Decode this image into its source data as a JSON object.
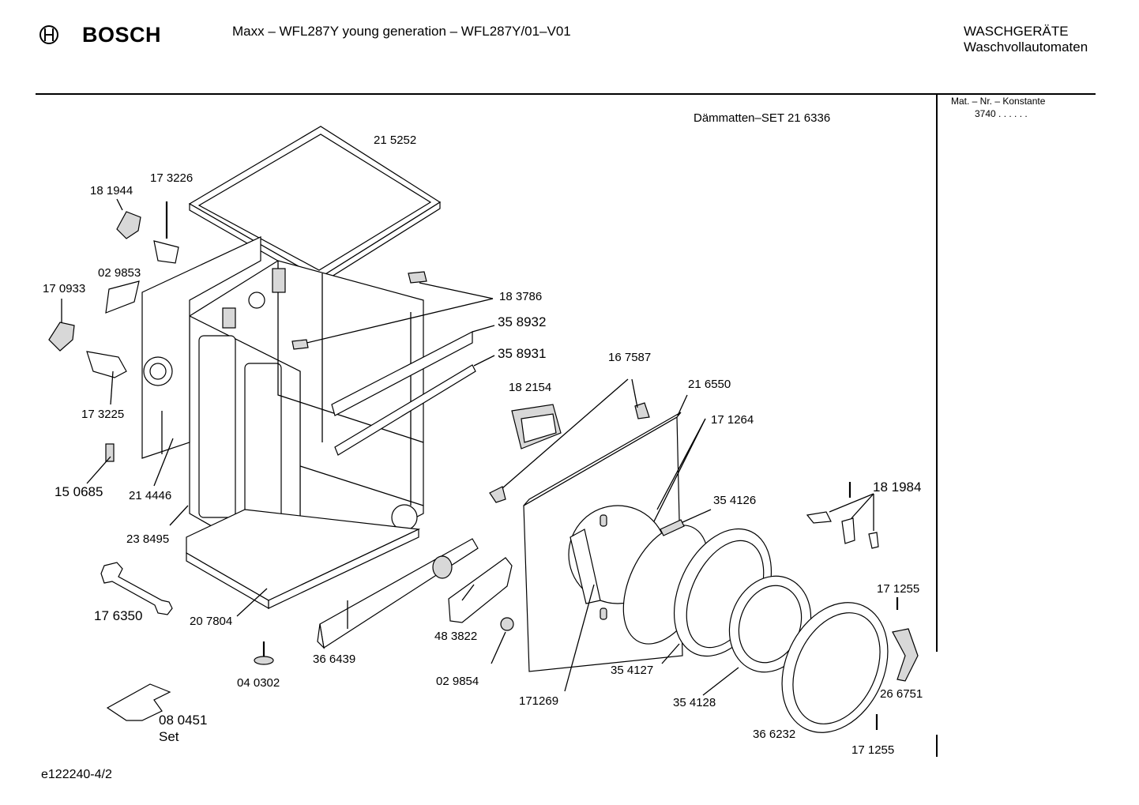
{
  "header": {
    "brand": "BOSCH",
    "title": "Maxx – WFL287Y young generation – WFL287Y/01–V01",
    "category_line1": "WASCHGERÄTE",
    "category_line2": "Waschvollautomaten"
  },
  "side_info": {
    "line1": "Mat. – Nr. – Konstante",
    "line2": "3740  .  .    .  .  .  ."
  },
  "set_note": "Dämmatten–SET 21 6336",
  "parts": {
    "p215252": "21 5252",
    "p173226": "17 3226",
    "p181944": "18 1944",
    "p029853": "02 9853",
    "p170933": "17 0933",
    "p173225": "17 3225",
    "p150685": "15 0685",
    "p214446": "21 4446",
    "p238495": "23 8495",
    "p176350": "17 6350",
    "p207804": "20 7804",
    "p040302": "04 0302",
    "p080451": "08 0451",
    "p080451_set": "Set",
    "p366439": "36 6439",
    "p483822": "48 3822",
    "p029854": "02 9854",
    "p183786": "18 3786",
    "p358932": "35 8932",
    "p358931": "35 8931",
    "p182154": "18 2154",
    "p167587": "16 7587",
    "p216550": "21 6550",
    "p171264": "17 1264",
    "p354126": "35 4126",
    "p181984": "18 1984",
    "p171255a": "17 1255",
    "p266751": "26 6751",
    "p171255b": "17 1255",
    "p366232": "36 6232",
    "p354128": "35 4128",
    "p354127": "35 4127",
    "p171269": "171269"
  },
  "footer": {
    "code": "e122240-4/2"
  }
}
